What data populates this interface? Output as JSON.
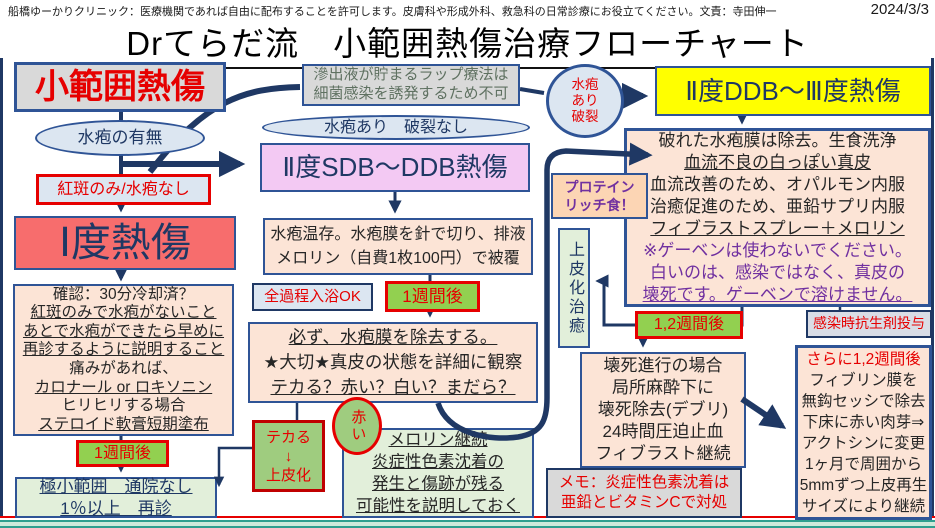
{
  "header": {
    "note": "船橋ゆーかりクリニック：医療機関であれば自由に配布することを許可します。皮膚科や形成外科、救急科の日常診療にお役立てください。文責：寺田伸一",
    "date": "2024/3/3",
    "title": "Drてらだ流　小範囲熱傷治療フローチャート"
  },
  "nodes": {
    "shohani": {
      "label": "小範囲熱傷"
    },
    "suiho_umu": {
      "label": "水疱の有無"
    },
    "kohan": {
      "label": "紅斑のみ/水疱なし"
    },
    "ichido": {
      "label": "Ⅰ度熱傷"
    },
    "kakunin": {
      "lines": [
        "確認：30分冷却済？",
        "紅斑のみで水疱がないこと",
        "あとで水疱ができたら早めに",
        "再診するように説明すること",
        "痛みがあれば、",
        "カロナール or ロキソニン",
        "ヒリヒリする場合",
        "ステロイド軟膏短期塗布"
      ]
    },
    "week1_left": {
      "label": "1週間後"
    },
    "gokusho": {
      "lines": [
        "極小範囲　通院なし",
        "1％以上　再診"
      ]
    },
    "wrap_ng": {
      "lines": [
        "滲出液が貯まるラップ療法は",
        "細菌感染を誘発するため不可"
      ]
    },
    "ari_nashi": {
      "label": "水疱あり　破裂なし"
    },
    "sdb": {
      "label": "Ⅱ度SDB〜DDB熱傷"
    },
    "onzon": {
      "lines": [
        "水疱温存。水疱膜を針で切り、排液",
        "メロリン（自費1枚100円）で被覆"
      ]
    },
    "nyuyoku": {
      "label": "全過程入浴OK"
    },
    "week1_mid": {
      "label": "1週間後"
    },
    "kanarazu": {
      "lines": [
        "必ず、水疱膜を除去する。",
        "★大切★真皮の状態を詳細に観察",
        "テカる？赤い？白い？まだら？"
      ]
    },
    "tekaru": {
      "lines": [
        "テカる",
        "↓",
        "上皮化"
      ]
    },
    "akai": {
      "label": "赤い"
    },
    "merorin": {
      "lines": [
        "メロリン継続",
        "炎症性色素沈着の",
        "発生と傷跡が残る",
        "可能性を説明しておく"
      ]
    },
    "haretsu": {
      "lines": [
        "水疱",
        "あり",
        "破裂"
      ]
    },
    "ddb3": {
      "label": "Ⅱ度DDB〜Ⅲ度熱傷"
    },
    "yabureta": {
      "lines": [
        "破れた水疱膜は除去。生食洗浄",
        "血流不良の白っぽい真皮",
        "血流改善のため、オパルモン内服",
        "治癒促進のため、亜鉛サプリ内服",
        "フィブラストスプレー＋メロリン",
        "※ゲーベンは使わないでください。",
        "白いのは、感染ではなく、真皮の",
        "壊死です。ゲーベンで溶けません。"
      ]
    },
    "protein": {
      "lines": [
        "プロテイン",
        "リッチ食！"
      ]
    },
    "johika": {
      "label": "上皮化治癒"
    },
    "week12": {
      "label": "1,2週間後"
    },
    "kansen": {
      "label": "感染時抗生剤投与"
    },
    "eshi": {
      "lines": [
        "壊死進行の場合",
        "局所麻酔下に",
        "壊死除去(デブリ)",
        "24時間圧迫止血",
        "フィブラスト継続"
      ]
    },
    "memo": {
      "lines": [
        "メモ：炎症性色素沈着は",
        "亜鉛とビタミンCで対処"
      ]
    },
    "sarani": {
      "heading": "さらに1,2週間後",
      "lines": [
        "フィブリン膜を",
        "無鈎セッシで除去",
        "下床に赤い肉芽⇒",
        "アクトシンに変更",
        "1ヶ月で周囲から",
        "5mmずつ上皮再生",
        "サイズにより継続"
      ]
    }
  },
  "colors": {
    "arrow_navy": "#1f3864",
    "box_border_blue": "#2f5496",
    "red": "#e60000",
    "peach": "#fce4d6",
    "light_blue": "#dce6f1",
    "light_green": "#e2efda",
    "label_green": "#92d050",
    "yellow": "#ffff00",
    "pink": "#f3c9f3",
    "gray": "#d9d9d9",
    "purple": "#7030a0",
    "salmon": "#f76d6d",
    "orange": "#fcd5b4",
    "bottom_bar_green": "#cde9da",
    "bottom_bar_teal": "#2e9e8e"
  }
}
